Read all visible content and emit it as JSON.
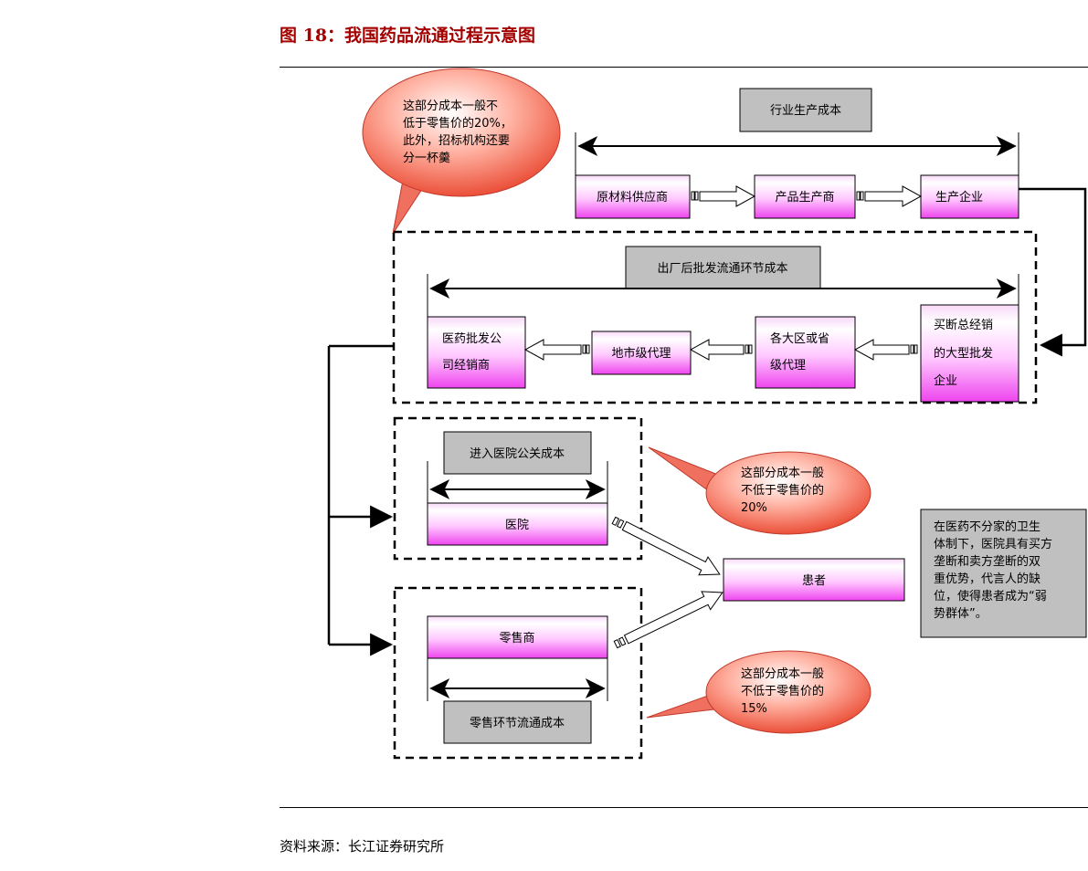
{
  "title": "图 18：我国药品流通过程示意图",
  "source": "资料来源：长江证券研究所",
  "cost_labels": {
    "industry": "行业生产成本",
    "wholesale": "出厂后批发流通环节成本",
    "hospital": "进入医院公关成本",
    "retail": "零售环节流通成本"
  },
  "nodes": {
    "raw_material": "原材料供应商",
    "product_maker": "产品生产商",
    "enterprise": "生产企业",
    "big_wholesaler": [
      "买断总经销",
      "的大型批发",
      "企业"
    ],
    "regional_agent": [
      "各大区或省",
      "级代理"
    ],
    "city_agent": "地市级代理",
    "pharma_wholesaler": [
      "医药批发公",
      "司经销商"
    ],
    "hospital": "医院",
    "retailer": "零售商",
    "patient": "患者"
  },
  "bubbles": {
    "top": [
      "这部分成本一般不",
      "低于零售价的20%，",
      "此外，招标机构还要",
      "分一杯羹"
    ],
    "hospital": [
      "这部分成本一般",
      "不低于零售价的",
      "20%"
    ],
    "retail": [
      "这部分成本一般",
      "不低于零售价的",
      "15%"
    ]
  },
  "note": [
    "在医药不分家的卫生",
    "体制下，医院具有买方",
    "垄断和卖方垄断的双",
    "重优势，代言人的缺",
    "位，使得患者成为“弱",
    "势群体”。"
  ]
}
